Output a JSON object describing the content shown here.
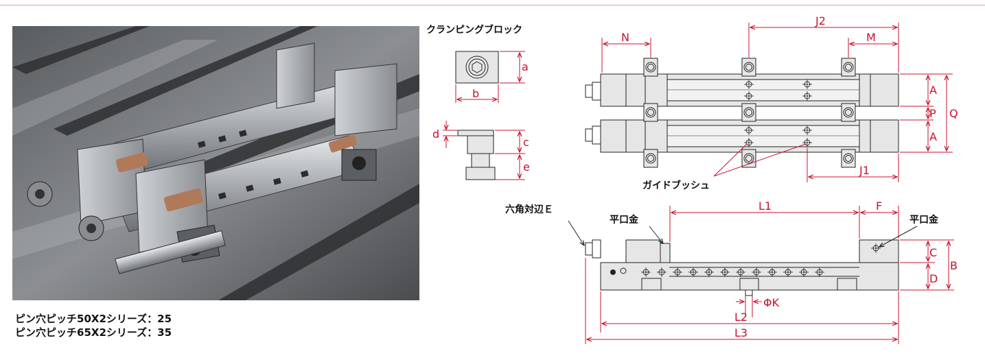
{
  "photo": {
    "alt": "ピン穴ピッチ バイス写真"
  },
  "captions": [
    "ピン穴ピッチ50X2シリーズ：25",
    "ピン穴ピッチ65X2シリーズ：35"
  ],
  "labels": {
    "clamping_block": "クランピングブロック",
    "guide_bush": "ガイドブッシュ",
    "hex_across_flats": "六角対辺Ｅ",
    "flat_jaw_left": "平口金",
    "flat_jaw_right": "平口金"
  },
  "dimensions": {
    "a": "a",
    "b": "b",
    "c": "c",
    "d": "d",
    "e": "e",
    "N": "N",
    "J2": "J2",
    "M": "M",
    "A_top": "A",
    "P": "P",
    "A_bottom": "A",
    "Q": "Q",
    "J1": "J1",
    "L1": "L1",
    "F": "F",
    "C": "C",
    "B": "B",
    "D": "D",
    "K": "ΦK",
    "L2": "L2",
    "L3": "L3"
  },
  "colors": {
    "dimension": "#c8102e",
    "line": "#222222",
    "body_fill": "#e6e6e6",
    "frame_line": "#e0a0a8"
  }
}
